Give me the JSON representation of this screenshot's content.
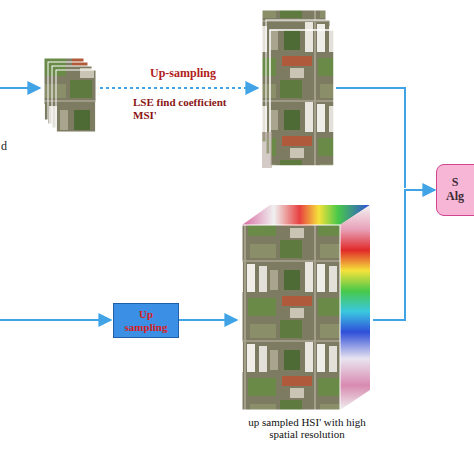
{
  "diagram": {
    "nodes": [
      {
        "text": [
          "Up sampling"
        ]
      },
      {
        "text": [
          "up sampled HSI' with high spatial resolution"
        ]
      },
      {
        "text": [
          "S Alg"
        ]
      }
    ],
    "edges": [
      {
        "from": 0,
        "to": 1,
        "arrow": "to"
      },
      {
        "from": 1,
        "to": 2,
        "arrow": "to"
      }
    ],
    "labels": [
      "d",
      "Up-sampling",
      "LSE find coefficient MSI'"
    ]
  }
}
